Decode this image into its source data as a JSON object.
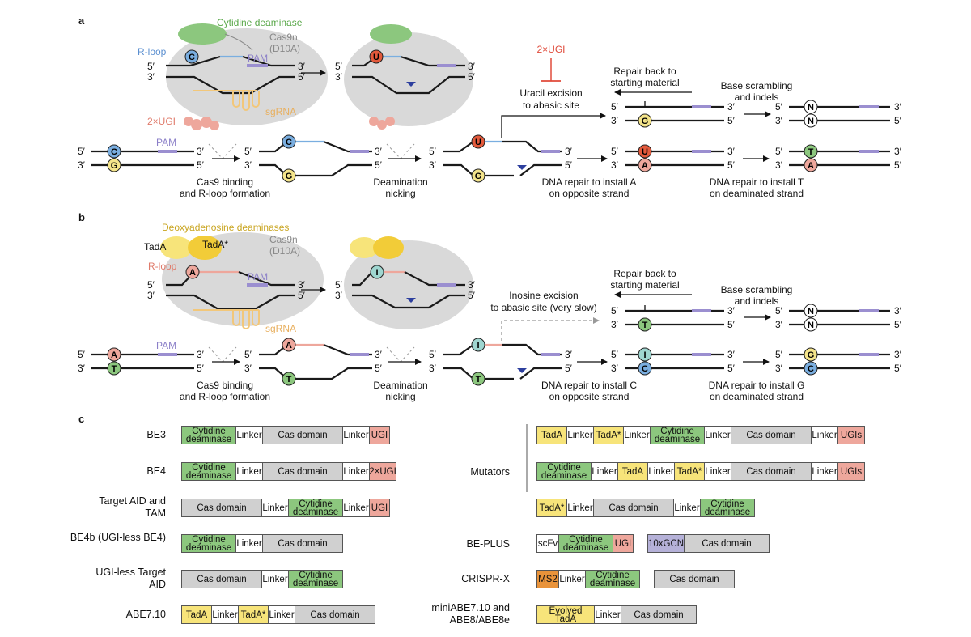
{
  "panel_a": {
    "letter": "a",
    "cytidine_deaminase": "Cytidine deaminase",
    "cas9n": "Cas9n",
    "d10a": "(D10A)",
    "rloop": "R-loop",
    "pam": "PAM",
    "ugi": "2×UGI",
    "sgrna": "sgRNA",
    "inhibitor": "2×UGI",
    "excision_1": "Uracil excision",
    "excision_2": "to abasic site",
    "repair_back_1": "Repair back to",
    "repair_back_2": "starting material",
    "scramble_1": "Base scrambling",
    "scramble_2": "and indels",
    "step1_1": "Cas9 binding",
    "step1_2": "and R-loop formation",
    "step2_1": "Deamination",
    "step2_2": "nicking",
    "step3_1": "DNA repair to install A",
    "step3_2": "on opposite strand",
    "step4_1": "DNA repair to install T",
    "step4_2": "on deaminated strand",
    "five": "5′",
    "three": "3′"
  },
  "panel_b": {
    "letter": "b",
    "deaminases": "Deoxyadenosine deaminases",
    "tada": "TadA",
    "tada_star": "TadA*",
    "cas9n": "Cas9n",
    "d10a": "(D10A)",
    "rloop": "R-loop",
    "pam": "PAM",
    "sgrna": "sgRNA",
    "excision_1": "Inosine excision",
    "excision_2": "to abasic site (very slow)",
    "repair_back_1": "Repair back to",
    "repair_back_2": "starting material",
    "scramble_1": "Base scrambling",
    "scramble_2": "and indels",
    "step1_1": "Cas9 binding",
    "step1_2": "and R-loop formation",
    "step2_1": "Deamination",
    "step2_2": "nicking",
    "step3_1": "DNA repair to install C",
    "step3_2": "on opposite strand",
    "step4_1": "DNA repair to install G",
    "step4_2": "on deaminated strand"
  },
  "nucleotides": {
    "C": "C",
    "G": "G",
    "U": "U",
    "A": "A",
    "T": "T",
    "N": "N",
    "I": "I"
  },
  "colors": {
    "cytidine": "#8cc77e",
    "ugi": "#eea79c",
    "tada": "#f7e47a",
    "tada_star": "#f2cc38",
    "cas": "#d0d0d0",
    "pam": "#9b8fd0",
    "rloop_blue": "#7aaee0",
    "rloop_pink": "#eea79c",
    "sgrna": "#f2c77a",
    "inhibit_red": "#e04a3a",
    "nick_blue": "#2d3f9e",
    "nuc_C": "#7aaee0",
    "nuc_G": "#f4e48a",
    "nuc_U": "#e35a3c",
    "nuc_A": "#eea79c",
    "nuc_T": "#8cc77e",
    "nuc_I": "#9fd6d0",
    "nuc_N": "#ffffff"
  },
  "panel_c": {
    "letter": "c",
    "constructs_left": [
      {
        "name": "BE3",
        "segments": [
          {
            "t": "cd",
            "label": "Cytidine deaminase"
          },
          {
            "t": "linker",
            "label": "Linker"
          },
          {
            "t": "cas",
            "label": "Cas domain"
          },
          {
            "t": "linker",
            "label": "Linker"
          },
          {
            "t": "ugi",
            "label": "UGI"
          }
        ]
      },
      {
        "name": "BE4",
        "segments": [
          {
            "t": "cd",
            "label": "Cytidine deaminase"
          },
          {
            "t": "linker",
            "label": "Linker"
          },
          {
            "t": "cas",
            "label": "Cas domain"
          },
          {
            "t": "linker",
            "label": "Linker"
          },
          {
            "t": "ugi",
            "label": "2×UGI"
          }
        ]
      },
      {
        "name": "Target AID and TAM",
        "segments": [
          {
            "t": "cas",
            "label": "Cas domain"
          },
          {
            "t": "linker",
            "label": "Linker"
          },
          {
            "t": "cd",
            "label": "Cytidine deaminase"
          },
          {
            "t": "linker",
            "label": "Linker"
          },
          {
            "t": "ugi",
            "label": "UGI"
          }
        ]
      },
      {
        "name": "BE4b (UGI-less BE4)",
        "segments": [
          {
            "t": "cd",
            "label": "Cytidine deaminase"
          },
          {
            "t": "linker",
            "label": "Linker"
          },
          {
            "t": "cas",
            "label": "Cas domain"
          }
        ]
      },
      {
        "name": "UGI-less Target AID",
        "segments": [
          {
            "t": "cas",
            "label": "Cas domain"
          },
          {
            "t": "linker",
            "label": "Linker"
          },
          {
            "t": "cd",
            "label": "Cytidine deaminase"
          }
        ]
      },
      {
        "name": "ABE7.10",
        "segments": [
          {
            "t": "tad",
            "label": "TadA"
          },
          {
            "t": "linker",
            "label": "Linker"
          },
          {
            "t": "tad",
            "label": "TadA*"
          },
          {
            "t": "linker",
            "label": "Linker"
          },
          {
            "t": "cas",
            "label": "Cas domain"
          }
        ]
      }
    ],
    "mutators_label": "Mutators",
    "mutators": [
      {
        "segments": [
          {
            "t": "tad",
            "label": "TadA"
          },
          {
            "t": "linker",
            "label": "Linker"
          },
          {
            "t": "tad",
            "label": "TadA*"
          },
          {
            "t": "linker",
            "label": "Linker"
          },
          {
            "t": "cd",
            "label": "Cytidine deaminase"
          },
          {
            "t": "linker",
            "label": "Linker"
          },
          {
            "t": "cas",
            "label": "Cas domain"
          },
          {
            "t": "linker",
            "label": "Linker"
          },
          {
            "t": "ugi",
            "label": "UGIs"
          }
        ]
      },
      {
        "segments": [
          {
            "t": "cd",
            "label": "Cytidine deaminase"
          },
          {
            "t": "linker",
            "label": "Linker"
          },
          {
            "t": "tad",
            "label": "TadA"
          },
          {
            "t": "linker",
            "label": "Linker"
          },
          {
            "t": "tad",
            "label": "TadA*"
          },
          {
            "t": "linker",
            "label": "Linker"
          },
          {
            "t": "cas",
            "label": "Cas domain"
          },
          {
            "t": "linker",
            "label": "Linker"
          },
          {
            "t": "ugi",
            "label": "UGIs"
          }
        ]
      },
      {
        "segments": [
          {
            "t": "tad",
            "label": "TadA*"
          },
          {
            "t": "linker",
            "label": "Linker"
          },
          {
            "t": "cas",
            "label": "Cas domain"
          },
          {
            "t": "linker",
            "label": "Linker"
          },
          {
            "t": "cd",
            "label": "Cytidine deaminase"
          }
        ]
      }
    ],
    "be_plus": {
      "name": "BE-PLUS",
      "part1": [
        {
          "t": "scfv",
          "label": "scFv"
        },
        {
          "t": "cd",
          "label": "Cytidine deaminase"
        },
        {
          "t": "ugi",
          "label": "UGI"
        }
      ],
      "part2": [
        {
          "t": "gcn",
          "label": "10xGCN"
        },
        {
          "t": "cas",
          "label": "Cas domain"
        }
      ]
    },
    "crispr_x": {
      "name": "CRISPR-X",
      "part1": [
        {
          "t": "ms2",
          "label": "MS2"
        },
        {
          "t": "linker",
          "label": "Linker"
        },
        {
          "t": "cd",
          "label": "Cytidine deaminase"
        }
      ],
      "part2": [
        {
          "t": "cas",
          "label": "Cas domain"
        }
      ]
    },
    "mini_abe": {
      "name": "miniABE7.10 and ABE8/ABE8e",
      "part1": [
        {
          "t": "tad",
          "label": "Evolved TadA"
        },
        {
          "t": "linker",
          "label": "Linker"
        },
        {
          "t": "cas",
          "label": "Cas domain"
        }
      ]
    }
  }
}
